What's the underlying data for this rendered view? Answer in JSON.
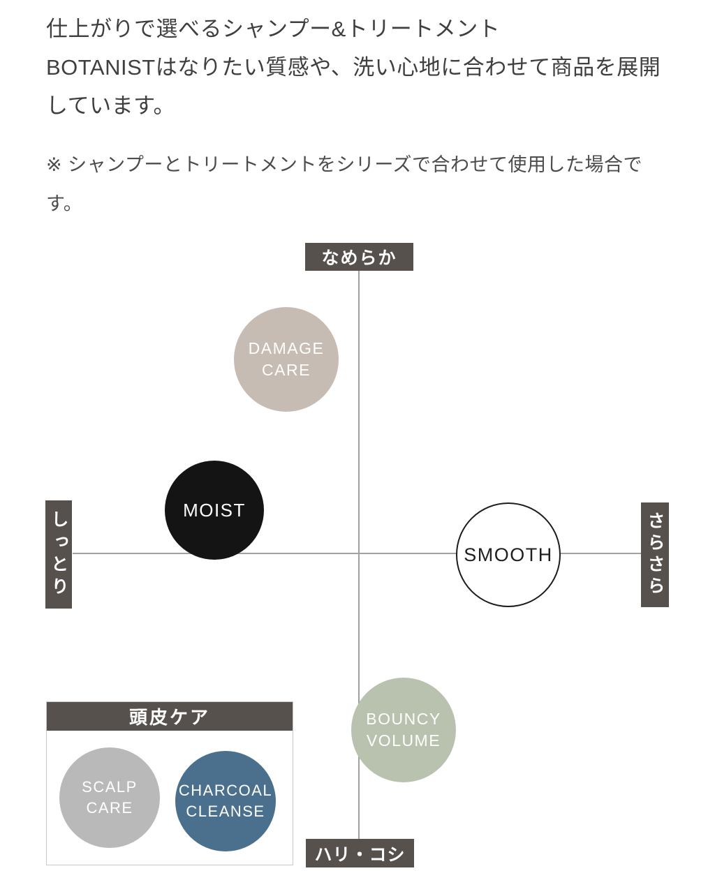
{
  "header": {
    "title": "仕上がりで選べるシャンプー&トリートメント",
    "subtitle_lines": [
      "BOTANISTはなりたい質感や、洗い心地に合わせて商品を展開",
      "しています。"
    ],
    "note_lines": [
      "※ シャンプーとトリートメントをシリーズで合わせて使用した場合で",
      "す。"
    ]
  },
  "chart_data": {
    "type": "scatter",
    "axes": {
      "top": "なめらか",
      "bottom": "ハリ・コシ",
      "left": "しっとり",
      "right": "さらさら",
      "x_range": [
        -1,
        1
      ],
      "y_range": [
        -1,
        1
      ]
    },
    "points": [
      {
        "name": "damage-care",
        "lines": [
          "DAMAGE",
          "CARE"
        ],
        "x": -0.26,
        "y": 0.69,
        "fill": "#c7bcb4",
        "text_color": "#ffffff"
      },
      {
        "name": "moist",
        "lines": [
          "MOIST"
        ],
        "x": -0.51,
        "y": 0.15,
        "fill": "#141414",
        "text_color": "#ffffff"
      },
      {
        "name": "smooth",
        "lines": [
          "SMOOTH"
        ],
        "x": 0.53,
        "y": 0.0,
        "fill": "#ffffff",
        "border": "#1c1c1c",
        "text_color": "#1f1f1f"
      },
      {
        "name": "bouncy-volume",
        "lines": [
          "BOUNCY",
          "VOLUME"
        ],
        "x": 0.16,
        "y": -0.62,
        "fill": "#b9c2ae",
        "text_color": "#ffffff"
      }
    ]
  },
  "scalp_box": {
    "title": "頭皮ケア",
    "items": [
      {
        "name": "scalp-care",
        "lines": [
          "SCALP",
          "CARE"
        ],
        "fill": "#b9b9b9",
        "text_color": "#ffffff"
      },
      {
        "name": "charcoal-cleanse",
        "lines": [
          "CHARCOAL",
          "CLEANSE"
        ],
        "fill": "#4a708d",
        "text_color": "#ffffff"
      }
    ]
  },
  "colors": {
    "axis_label_bg": "#57514e",
    "axis_label_text": "#ffffff",
    "axis_line": "#a0a0a0",
    "heading_text": "#3f3f3f",
    "note_text": "#4c4c4c",
    "scalp_box_border": "#c9c9c9",
    "background": "#ffffff"
  }
}
